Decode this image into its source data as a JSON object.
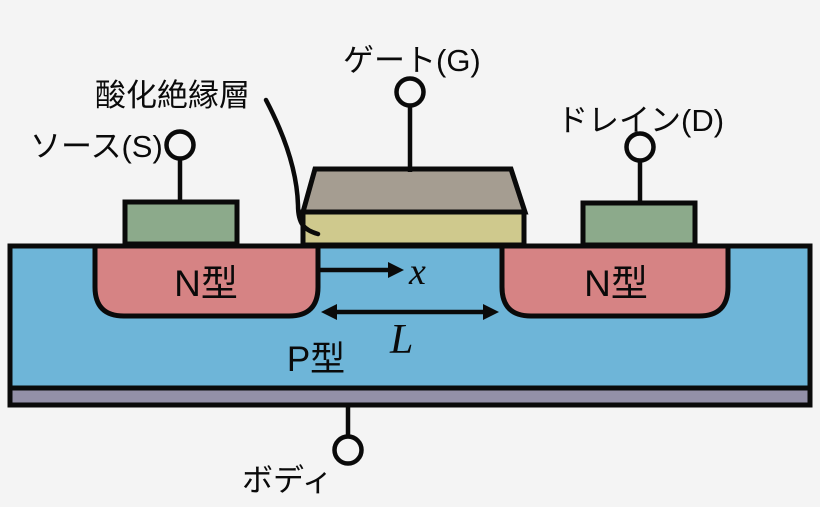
{
  "diagram": {
    "type": "mosfet-cross-section",
    "labels": {
      "gate_terminal": "ゲート(G)",
      "source_terminal": "ソース(S)",
      "drain_terminal": "ドレイン(D)",
      "oxide_layer": "酸化絶縁層",
      "body_terminal": "ボディ",
      "n_region_left": "N型",
      "n_region_right": "N型",
      "p_region": "P型",
      "x_axis": "x",
      "channel_length": "L"
    },
    "colors": {
      "background": "#f4f4f4",
      "substrate_blue": "#6eb5d8",
      "n_region_pink": "#d68384",
      "contact_green": "#8caa8b",
      "oxide_khaki": "#cfc98d",
      "gate_gray": "#a59d91",
      "body_layer_purple": "#9390a8",
      "outline_black": "#0a0a0a"
    }
  }
}
